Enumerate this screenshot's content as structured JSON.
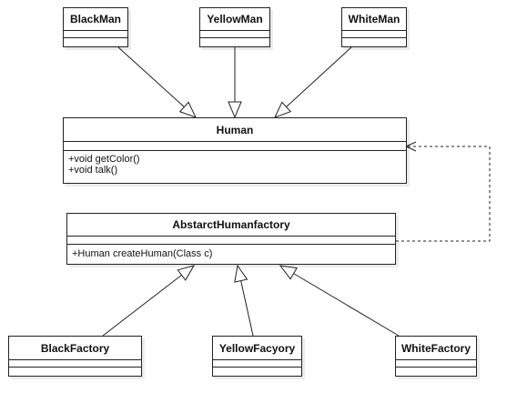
{
  "classes": {
    "black_man": {
      "name": "BlackMan"
    },
    "yellow_man": {
      "name": "YellowMan"
    },
    "white_man": {
      "name": "WhiteMan"
    },
    "human": {
      "name": "Human",
      "operations": [
        "+void getColor()",
        "+void talk()"
      ]
    },
    "abstract_factory": {
      "name": "AbstarctHumanfactory",
      "operations": [
        "+Human createHuman(Class c)"
      ]
    },
    "black_factory": {
      "name": "BlackFactory"
    },
    "yellow_factory": {
      "name": "YellowFacyory"
    },
    "white_factory": {
      "name": "WhiteFactory"
    }
  },
  "relations": [
    {
      "from": "BlackMan",
      "to": "Human",
      "kind": "generalization"
    },
    {
      "from": "YellowMan",
      "to": "Human",
      "kind": "generalization"
    },
    {
      "from": "WhiteMan",
      "to": "Human",
      "kind": "generalization"
    },
    {
      "from": "AbstarctHumanfactory",
      "to": "Human",
      "kind": "dependency"
    },
    {
      "from": "BlackFactory",
      "to": "AbstarctHumanfactory",
      "kind": "generalization"
    },
    {
      "from": "YellowFacyory",
      "to": "AbstarctHumanfactory",
      "kind": "generalization"
    },
    {
      "from": "WhiteFactory",
      "to": "AbstarctHumanfactory",
      "kind": "generalization"
    }
  ],
  "colors": {
    "line": "#222222",
    "background": "#ffffff",
    "text": "#111111"
  }
}
